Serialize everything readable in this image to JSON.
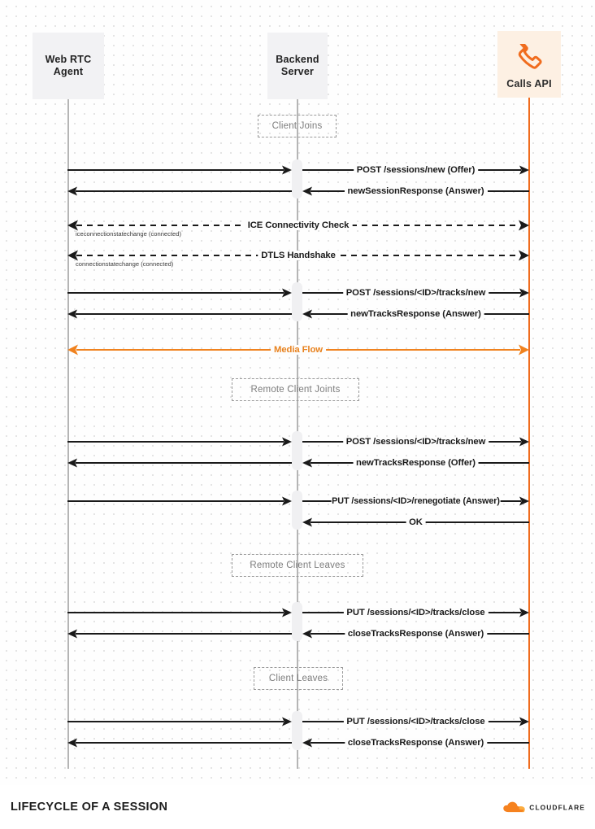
{
  "theme": {
    "accent": "#f06c1e",
    "lifeline_gray": "#b5b5b5",
    "note_text": "#7d7d7d",
    "message_text": "#1a1a1a",
    "header_gray_bg": "#f2f2f4",
    "header_accent_bg": "#fdf0e3",
    "page_bg": "#fefefe"
  },
  "participants": [
    {
      "id": "webrtc",
      "name": "Web RTC\nAgent",
      "icon": "none",
      "style": "gray"
    },
    {
      "id": "backend",
      "name": "Backend\nServer",
      "icon": "none",
      "style": "gray"
    },
    {
      "id": "calls",
      "name": "Calls API",
      "icon": "phone-icon",
      "style": "accent"
    }
  ],
  "notes": [
    {
      "label": "Client Joins"
    },
    {
      "label": "Remote Client Joints"
    },
    {
      "label": "Remote Client Leaves"
    },
    {
      "label": "Client Leaves"
    }
  ],
  "messages": [
    {
      "label": "POST /sessions/new (Offer)",
      "sublabel": ""
    },
    {
      "label": "newSessionResponse (Answer)",
      "sublabel": ""
    },
    {
      "label": "ICE Connectivity Check",
      "sublabel": "iceconnectionstatechange (connected)"
    },
    {
      "label": "DTLS Handshake",
      "sublabel": "connectionstatechange (connected)"
    },
    {
      "label": "POST /sessions/<ID>/tracks/new",
      "sublabel": ""
    },
    {
      "label": "newTracksResponse (Answer)",
      "sublabel": ""
    },
    {
      "label": "Media Flow",
      "sublabel": ""
    },
    {
      "label": "POST /sessions/<ID>/tracks/new",
      "sublabel": ""
    },
    {
      "label": "newTracksResponse (Offer)",
      "sublabel": ""
    },
    {
      "label": "PUT /sessions/<ID>/renegotiate (Answer)",
      "sublabel": ""
    },
    {
      "label": "OK",
      "sublabel": ""
    },
    {
      "label": "PUT /sessions/<ID>/tracks/close",
      "sublabel": ""
    },
    {
      "label": "closeTracksResponse (Answer)",
      "sublabel": ""
    },
    {
      "label": "PUT /sessions/<ID>/tracks/close",
      "sublabel": ""
    },
    {
      "label": "closeTracksResponse (Answer)",
      "sublabel": ""
    }
  ],
  "footer": {
    "title": "LIFECYCLE OF A SESSION",
    "brand": "CLOUDFLARE"
  }
}
